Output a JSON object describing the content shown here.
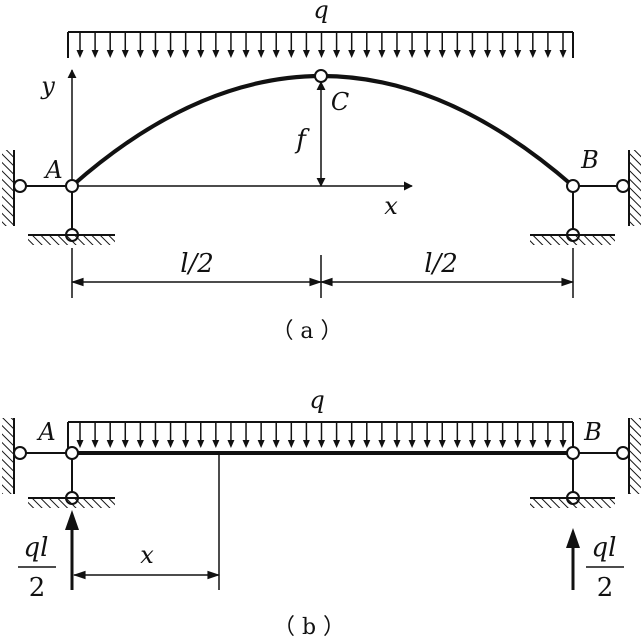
{
  "figure_a": {
    "load_label": "q",
    "y_axis_label": "y",
    "x_axis_label": "x",
    "point_a": "A",
    "point_b": "B",
    "point_c": "C",
    "rise_label": "f",
    "span_left": "l/2",
    "span_right": "l/2",
    "caption": "（ a ）"
  },
  "figure_b": {
    "load_label": "q",
    "point_a": "A",
    "point_b": "B",
    "position_label": "x",
    "reaction_left_num": "ql",
    "reaction_left_den": "2",
    "reaction_right_num": "ql",
    "reaction_right_den": "2",
    "caption": "（ b ）"
  }
}
